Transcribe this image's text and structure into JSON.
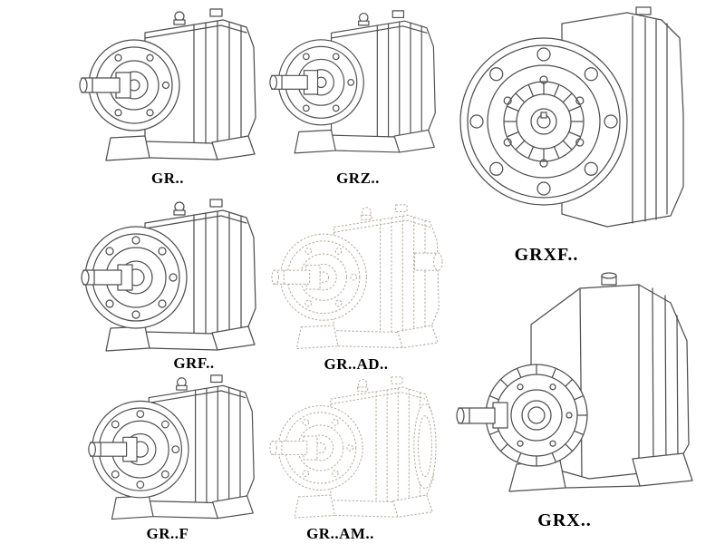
{
  "page": {
    "background": "#ffffff",
    "drawing_stroke": "#4f4f4f",
    "ghost_stroke": "#b8ab9d",
    "label_color": "#000000"
  },
  "items": [
    {
      "id": "gr",
      "label": "GR..",
      "style": "solid",
      "drawing": "inline-helical-gear-unit-foot-mounted"
    },
    {
      "id": "grz",
      "label": "GRZ..",
      "style": "solid",
      "drawing": "inline-helical-gear-unit-foot-mounted"
    },
    {
      "id": "grxf",
      "label": "GRXF..",
      "style": "solid",
      "drawing": "helical-gear-unit-flange-front-view"
    },
    {
      "id": "grf",
      "label": "GRF..",
      "style": "solid",
      "drawing": "inline-helical-gear-unit-flange-mounted"
    },
    {
      "id": "gr-ad",
      "label": "GR..AD..",
      "style": "ghost",
      "drawing": "inline-helical-gear-unit-with-input-adapter"
    },
    {
      "id": "gr-f",
      "label": "GR..F",
      "style": "solid",
      "drawing": "inline-helical-gear-unit-flange-mounted"
    },
    {
      "id": "gr-am",
      "label": "GR..AM..",
      "style": "ghost",
      "drawing": "inline-helical-gear-unit-with-motor-flange"
    },
    {
      "id": "grx",
      "label": "GRX..",
      "style": "solid",
      "drawing": "helical-gear-unit-foot-mounted-large"
    }
  ]
}
